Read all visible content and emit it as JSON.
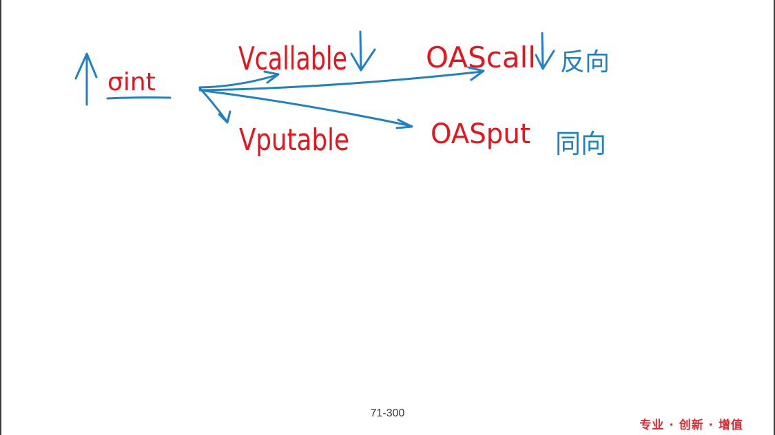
{
  "colors": {
    "red": "#e8141c",
    "blue": "#1f80c4",
    "slogan": "#e0262c"
  },
  "diagram": {
    "source": "σint",
    "callable": "Vcallable",
    "putable": "Vputable",
    "oas_call": "OAScall",
    "oas_put": "OASput",
    "cn_reverse": "反向",
    "cn_same": "同向"
  },
  "footer": {
    "page_number": "71-300",
    "slogan": "专业 · 创新 · 增值"
  }
}
